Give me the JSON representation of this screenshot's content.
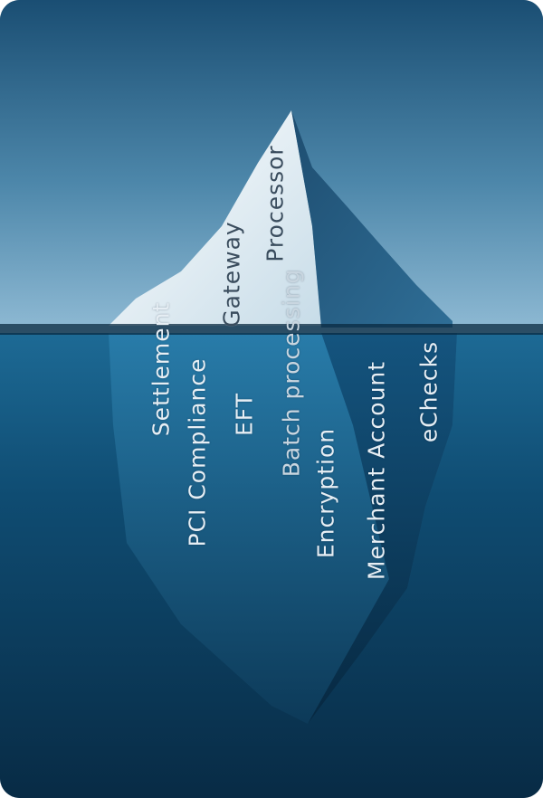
{
  "scene": {
    "sky_color": "#1b5578",
    "water_color": "#0b3c5d",
    "ice_color": "#f4f7f9"
  },
  "labels": {
    "settlement": "Settlement",
    "pci_compliance": "PCI Compliance",
    "gateway": "Gateway",
    "eft": "EFT",
    "processor": "Processor",
    "batch_processing": "Batch processing",
    "encryption": "Encryption",
    "merchant_account": "Merchant Account",
    "echecks": "eChecks"
  }
}
